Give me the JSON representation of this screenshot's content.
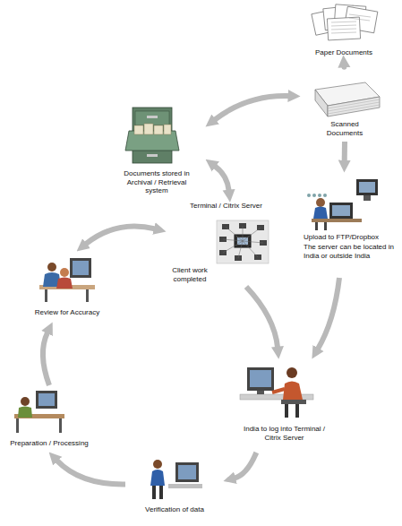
{
  "diagram": {
    "nodes": [
      {
        "text": [
          "Paper Documents"
        ]
      },
      {
        "text": [
          "Scanned Documents"
        ]
      },
      {
        "text": [
          "Documents stored in Archival / Retrieval system"
        ]
      },
      {
        "text": [
          "Terminal / Citrix Server",
          "Client work completed"
        ]
      },
      {
        "text": [
          "Review for Accuracy"
        ]
      },
      {
        "text": [
          "Upload to FTP/Dropbox",
          "The server can be located in India or outside India"
        ]
      },
      {
        "text": [
          "India to log into Terminal / Citrix Server"
        ]
      },
      {
        "text": [
          "Preparation / Processing"
        ]
      },
      {
        "text": [
          "Verification of data"
        ]
      }
    ],
    "edges": [
      {
        "from": 0,
        "to": 1,
        "arrow": "to"
      },
      {
        "from": 1,
        "to": 2,
        "arrow": "both"
      },
      {
        "from": 2,
        "to": 3,
        "arrow": "both"
      },
      {
        "from": 1,
        "to": 5,
        "arrow": "to"
      },
      {
        "from": 5,
        "to": 6,
        "arrow": "to"
      },
      {
        "from": 3,
        "to": 6,
        "arrow": "to"
      },
      {
        "from": 6,
        "to": 8,
        "arrow": "to"
      },
      {
        "from": 8,
        "to": 7,
        "arrow": "to"
      },
      {
        "from": 7,
        "to": 4,
        "arrow": "to"
      },
      {
        "from": 4,
        "to": 3,
        "arrow": "both"
      }
    ]
  }
}
